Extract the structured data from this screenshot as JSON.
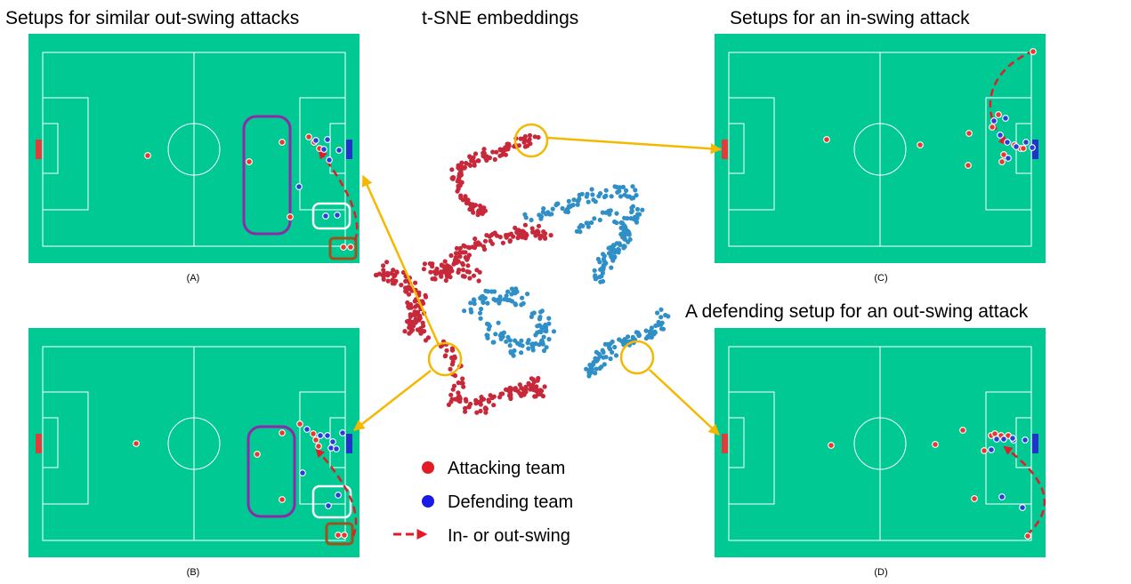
{
  "titles": {
    "a": "Setups for similar out-swing attacks",
    "tsne": "t-SNE embeddings",
    "c": "Setups for an in-swing attack",
    "d": "A defending setup for an out-swing attack"
  },
  "captions": {
    "a": "(A)",
    "b": "(B)",
    "c": "(C)",
    "d": "(D)"
  },
  "legend": {
    "attacking": "Attacking team",
    "defending": "Defending team",
    "swing": "In- or out-swing"
  },
  "colors": {
    "pitch": "#00c994",
    "line": "#ffffff",
    "attacking_dot": "#e8382c",
    "defending_dot": "#2a3fd6",
    "tsne_attacking": "#c7283a",
    "tsne_defending": "#2f8fc6",
    "highlight_circle": "#f5b800",
    "arrow": "#f5b800",
    "swing_arrow": "#e21b26",
    "group_box": "#8e2aa8",
    "white_box": "#ffffff",
    "corner_box": "#a0521d",
    "left_goal": "#e03c3c",
    "right_goal": "#2233cc"
  }
}
